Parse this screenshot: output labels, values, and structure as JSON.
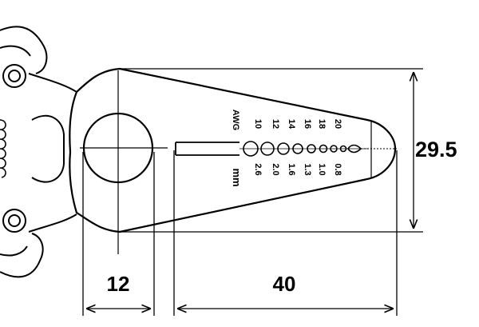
{
  "dimensions": {
    "height_value": "29.5",
    "width_value": "12",
    "length_value": "40"
  },
  "gauge_scale": {
    "awg_label": "AWG",
    "mm_label": "mm",
    "awg_values": [
      "20",
      "18",
      "16",
      "14",
      "12",
      "10"
    ],
    "mm_values": [
      "0.8",
      "1.0",
      "1.3",
      "1.6",
      "2.0",
      "2.6"
    ]
  },
  "colors": {
    "line": "#000000",
    "background": "#ffffff"
  }
}
